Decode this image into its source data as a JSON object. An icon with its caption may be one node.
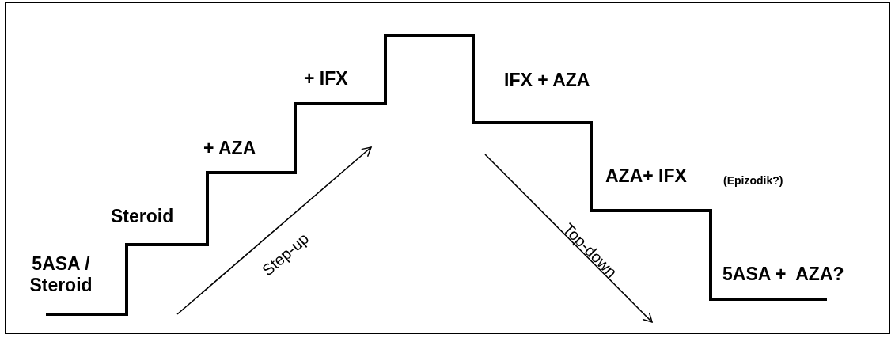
{
  "diagram": {
    "labels": [
      "+ IFX",
      "IFX + AZA",
      "+ AZA",
      "AZA+ IFX",
      "(Epizodik?)",
      "Steroid",
      "5ASA / Steroid",
      "Step-up",
      "Top-down",
      "5ASA +  AZA?"
    ]
  }
}
